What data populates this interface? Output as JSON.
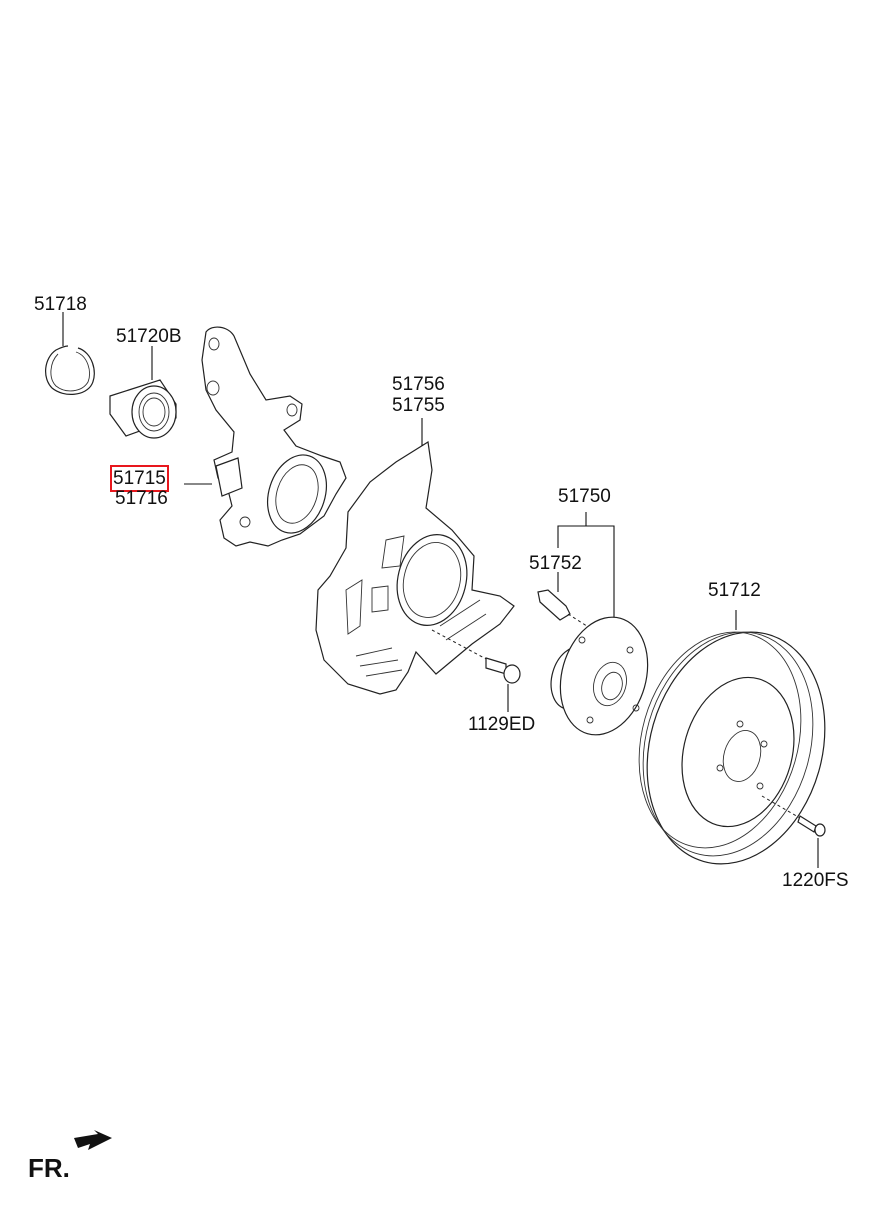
{
  "parts": [
    {
      "id": "snap_ring",
      "codes": [
        "51718"
      ]
    },
    {
      "id": "bearing",
      "codes": [
        "51720B"
      ]
    },
    {
      "id": "knuckle",
      "codes": [
        "51715",
        "51716"
      ],
      "highlighted": "51715"
    },
    {
      "id": "dust_cover",
      "codes": [
        "51756",
        "51755"
      ]
    },
    {
      "id": "hub_assy",
      "codes": [
        "51750"
      ]
    },
    {
      "id": "hub_bolt",
      "codes": [
        "51752"
      ]
    },
    {
      "id": "cover_bolt",
      "codes": [
        "1129ED"
      ]
    },
    {
      "id": "disc",
      "codes": [
        "51712"
      ]
    },
    {
      "id": "disc_screw",
      "codes": [
        "1220FS"
      ]
    }
  ],
  "direction_label": "FR.",
  "highlight_color": "#e8171d"
}
